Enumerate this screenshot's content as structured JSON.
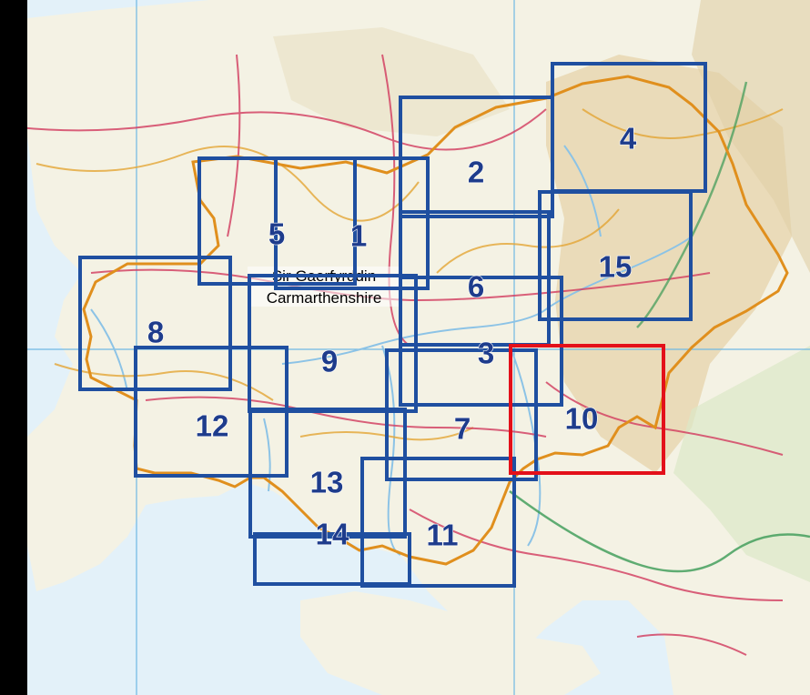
{
  "map": {
    "region_label_welsh": "Sir Gaerfyrddin",
    "region_label_english": "Carmarthenshire",
    "colors": {
      "sea": "#e3f1f9",
      "land": "#f4f2e4",
      "upland": "#e8d7b1",
      "river": "#8cc3e6",
      "grid": "#6fb8e3",
      "road_a": "#d23a5e",
      "road_b": "#e3a534",
      "boundary": "#e08f1d",
      "tile_outline": "#1f4fa0",
      "tile_selected": "#e3101a",
      "tile_number": "#1e3c8c"
    },
    "tiles": [
      {
        "id": "1",
        "label": "1",
        "selected": false
      },
      {
        "id": "2",
        "label": "2",
        "selected": false
      },
      {
        "id": "3",
        "label": "3",
        "selected": false
      },
      {
        "id": "4",
        "label": "4",
        "selected": false
      },
      {
        "id": "5",
        "label": "5",
        "selected": false
      },
      {
        "id": "6",
        "label": "6",
        "selected": false
      },
      {
        "id": "7",
        "label": "7",
        "selected": false
      },
      {
        "id": "8",
        "label": "8",
        "selected": false
      },
      {
        "id": "9",
        "label": "9",
        "selected": false
      },
      {
        "id": "10",
        "label": "10",
        "selected": true
      },
      {
        "id": "11",
        "label": "11",
        "selected": false
      },
      {
        "id": "12",
        "label": "12",
        "selected": false
      },
      {
        "id": "13",
        "label": "13",
        "selected": false
      },
      {
        "id": "14",
        "label": "14",
        "selected": false
      },
      {
        "id": "15",
        "label": "15",
        "selected": false
      }
    ]
  }
}
